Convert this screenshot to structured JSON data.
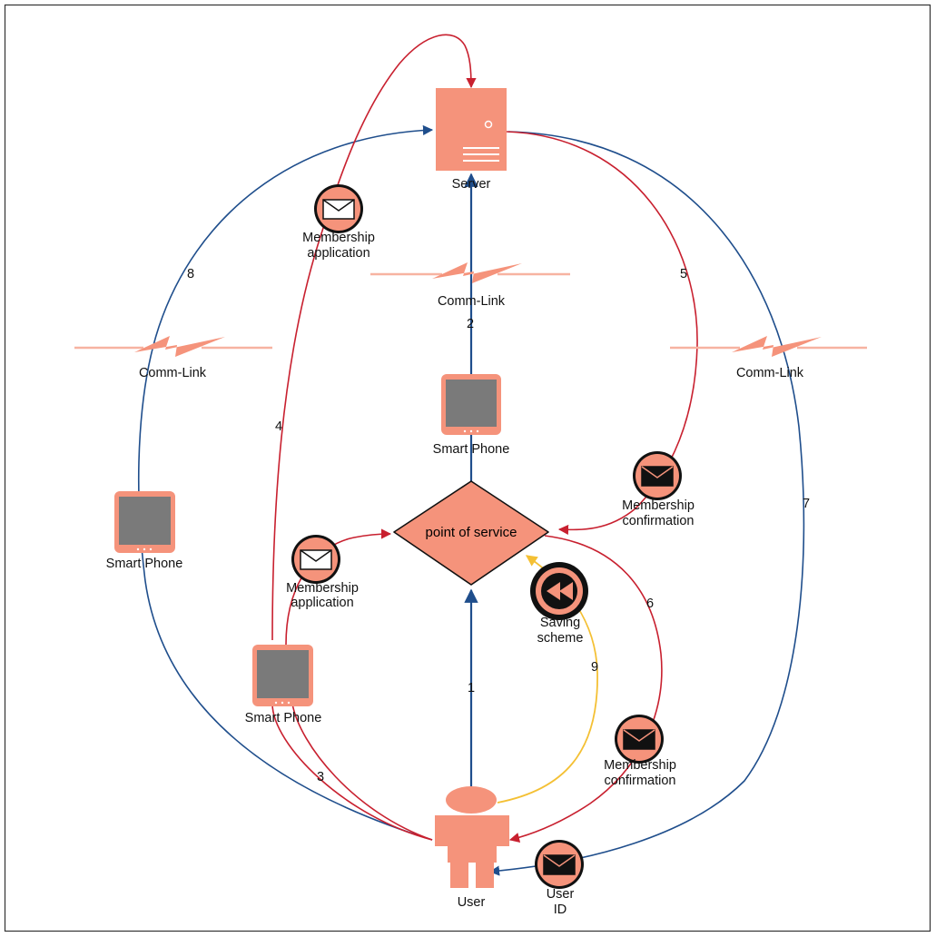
{
  "nodes": {
    "server": "Server",
    "point_of_service": "point of service",
    "user": "User",
    "phone_center": "Smart Phone",
    "phone_left": "Smart Phone",
    "phone_bottom": "Smart Phone"
  },
  "comm_links": {
    "center": "Comm-Link",
    "left": "Comm-Link",
    "right": "Comm-Link"
  },
  "messages": {
    "membership_application_top": [
      "Membership",
      "application"
    ],
    "membership_application_bottom": [
      "Membership",
      "application"
    ],
    "membership_confirmation_right": [
      "Membership",
      "confirmation"
    ],
    "membership_confirmation_bottom": [
      "Membership",
      "confirmation"
    ],
    "user_id": [
      "User",
      "ID"
    ],
    "saving_scheme": [
      "Saving",
      "scheme"
    ]
  },
  "edges": {
    "e1": "1",
    "e2": "2",
    "e3": "3",
    "e4": "4",
    "e5": "5",
    "e6": "6",
    "e7": "7",
    "e8": "8",
    "e9": "9"
  },
  "colors": {
    "shape_fill": "#f5937b",
    "blue_line": "#1f4e8c",
    "red_line": "#c8202f",
    "yellow_line": "#f4c034",
    "screen_gray": "#7a7a7a",
    "comm_link": "#f5937b"
  }
}
